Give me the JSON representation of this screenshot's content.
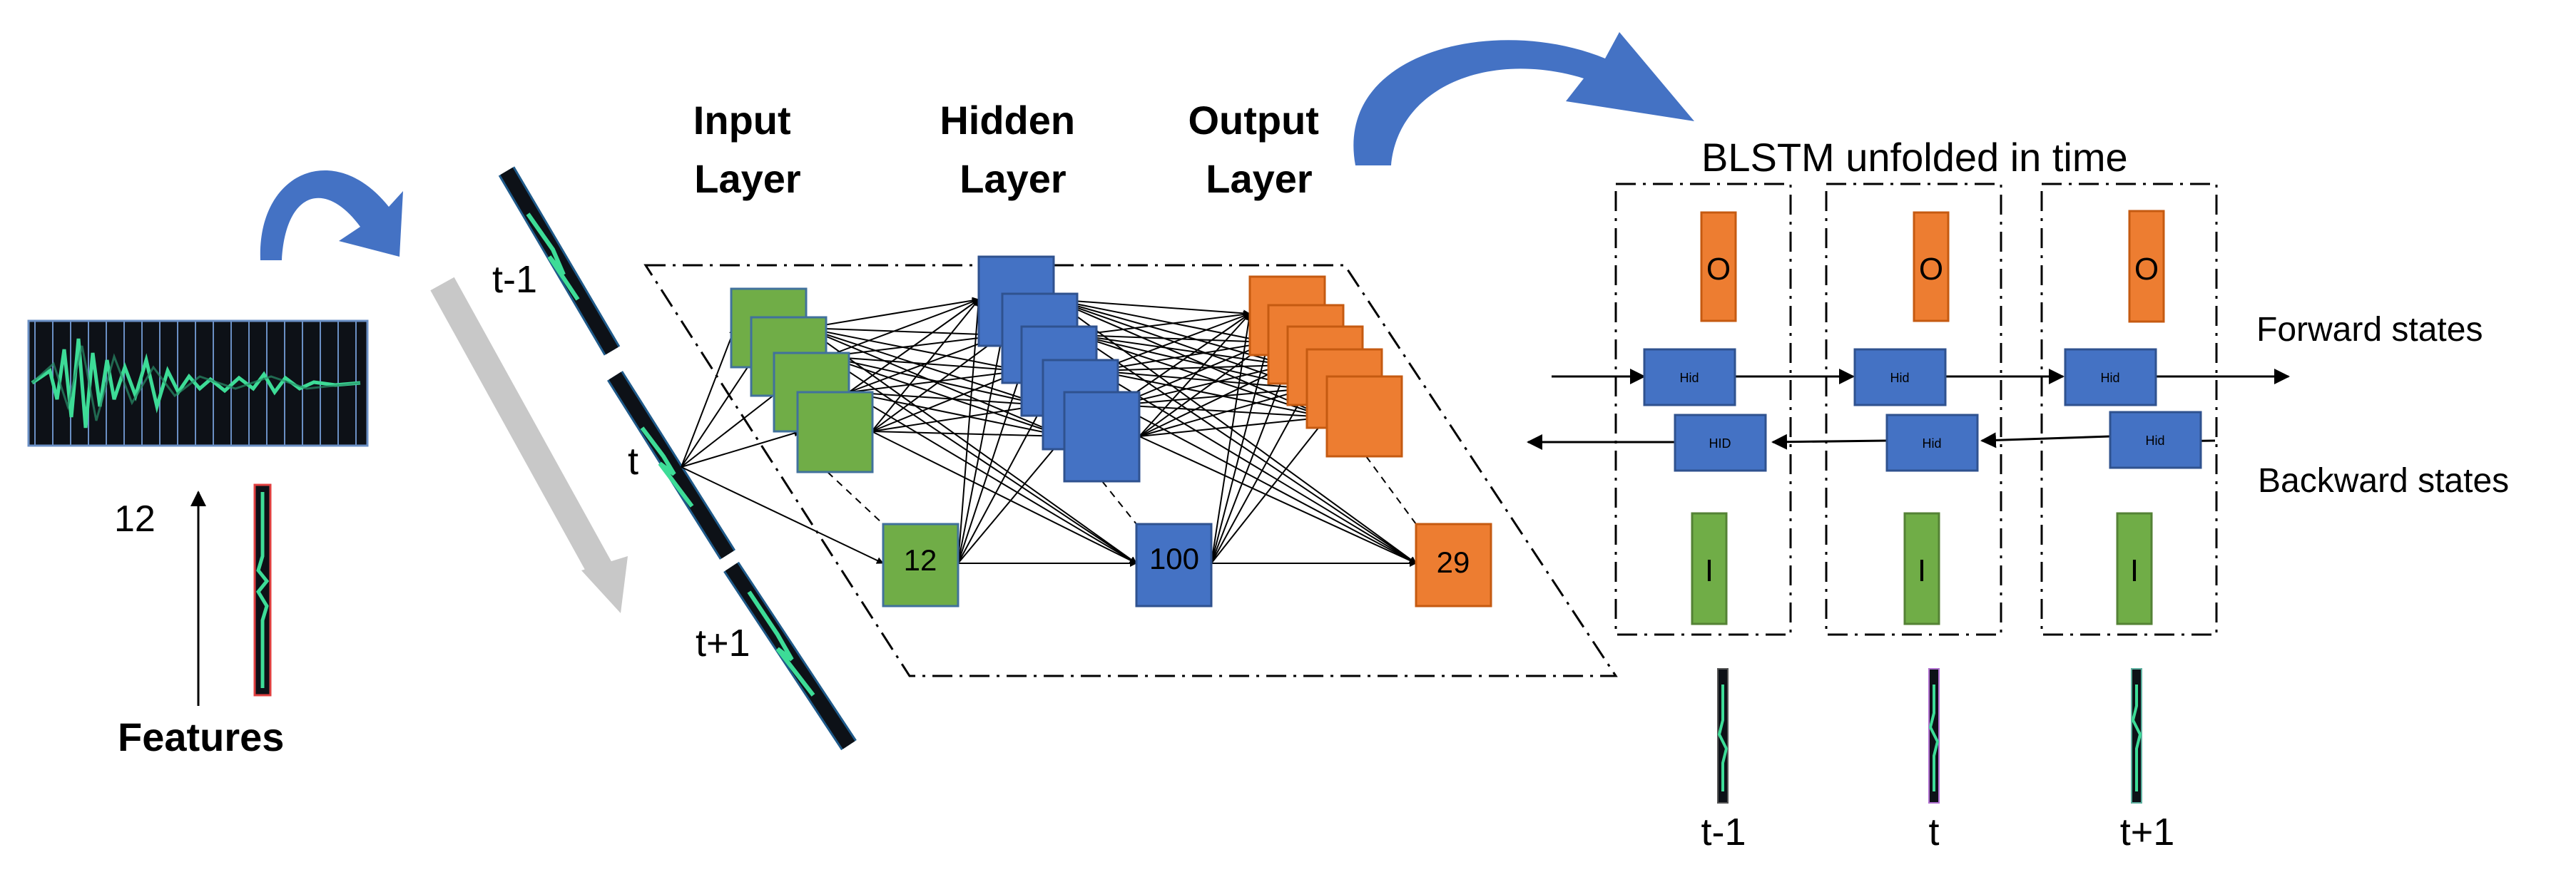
{
  "features": {
    "label": "Features",
    "dimension_label": "12"
  },
  "time_labels_left": {
    "prev": "t-1",
    "cur": "t",
    "next": "t+1"
  },
  "layers": {
    "input_line1": "Input",
    "input_line2": "Layer",
    "hidden_line1": "Hidden",
    "hidden_line2": "Layer",
    "output_line1": "Output",
    "output_line2": "Layer",
    "input_size": "12",
    "hidden_size": "100",
    "output_size": "29"
  },
  "blstm": {
    "title": "BLSTM unfolded in time",
    "output_label": "O",
    "input_label": "I",
    "hid_forward": "Hid",
    "hid_backward_first": "HID",
    "hid_backward": "Hid",
    "forward_states": "Forward states",
    "backward_states": "Backward states",
    "time_labels": [
      "t-1",
      "t",
      "t+1"
    ]
  },
  "colors": {
    "input_green": "#70ad47",
    "hidden_blue": "#4472c4",
    "output_orange": "#ed7d31",
    "waveform": "#3ddc97",
    "arrow_blue": "#4472c4",
    "arrow_gray": "#c8c8c8"
  }
}
